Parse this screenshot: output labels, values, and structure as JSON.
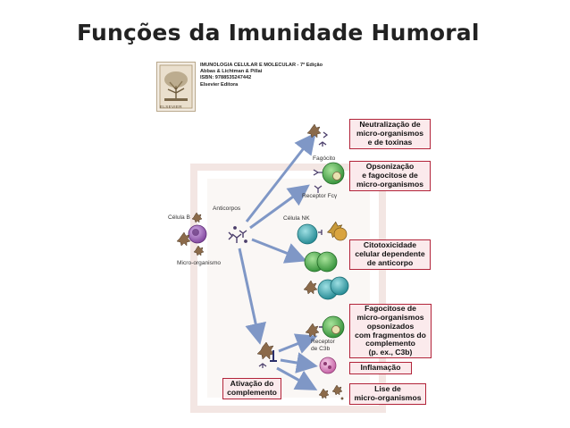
{
  "slide": {
    "title": "Funções da Imunidade Humoral"
  },
  "book": {
    "cover_text": "ELSEVIER",
    "lines": [
      "IMUNOLOGIA CELULAR E MOLECULAR - 7ª Edição",
      "Abbas & Lichtman & Pillai",
      "ISBN: 9788535247442",
      "Elsevier Editora"
    ]
  },
  "diagram": {
    "labels": {
      "celula_b": "Célula B",
      "anticorpos": "Anticorpos",
      "micro_organismo": "Micro-organismo",
      "fagocito": "Fagócito",
      "receptor_fc": "Receptor Fcγ",
      "celula_nk": "Célula NK",
      "receptor_c3b": "Receptor\nde C3b"
    },
    "functions": [
      "Neutralização de\nmicro-organismos\ne de toxinas",
      "Opsonização\ne fagocitose de\nmicro-organismos",
      "Citotoxicidade\ncelular dependente\nde anticorpo",
      "Fagocitose de\nmicro-organismos\nopsonizados\ncom fragmentos do\ncomplemento\n(p. ex., C3b)",
      "Inflamação",
      "Lise de\nmicro-organismos"
    ],
    "complement": "Ativação do\ncomplemento"
  },
  "colors": {
    "box_border": "#b2243a",
    "box_fill": "#fbeaec",
    "arrow": "#7f97c6",
    "b_cell": "#8a4fa6",
    "phagocyte": "#49a84a",
    "nk_cell": "#2f9fa8",
    "microbe": "#8b6a4a"
  }
}
